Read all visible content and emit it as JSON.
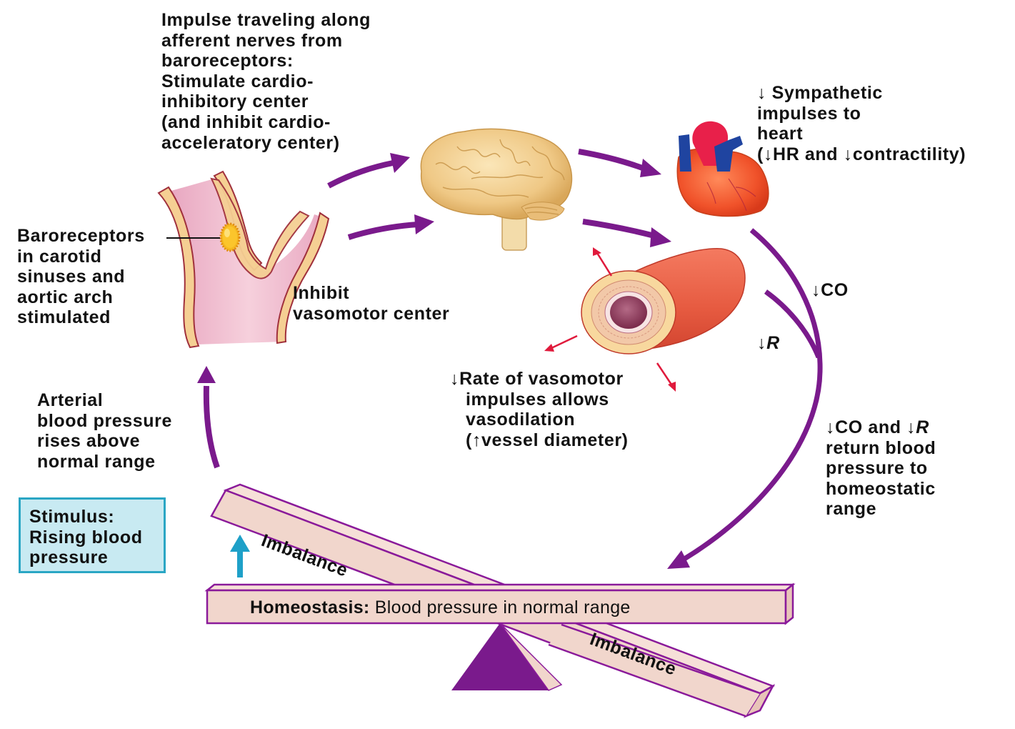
{
  "diagram": {
    "title": "Baroreceptor reflex: response to rising blood pressure",
    "colors": {
      "arrow_purple": "#7a1a8c",
      "stimulus_box_fill": "#c8eaf2",
      "stimulus_box_border": "#2aa6c4",
      "stimulus_arrow": "#1ea0c8",
      "seesaw_fill": "#f1d6cc",
      "seesaw_edge": "#8a1a9a",
      "fulcrum": "#7a1a8c",
      "dilation_arrows": "#e01a3c"
    },
    "afferent_label": {
      "bold_lines": [
        "Impulse traveling along",
        "afferent nerves from",
        "baroreceptors:"
      ],
      "lines": [
        "Stimulate cardio-",
        "inhibitory center",
        "(and inhibit cardio-",
        "acceleratory center)"
      ]
    },
    "baroreceptor_label": {
      "lines": [
        "Baroreceptors",
        "in carotid",
        "sinuses and",
        "aortic arch",
        "stimulated"
      ]
    },
    "vasomotor_label": {
      "lines": [
        "Inhibit",
        "vasomotor center"
      ]
    },
    "heart_label": {
      "line1_arrow": "↓",
      "line1_text": "Sympathetic",
      "line2": "impulses to",
      "line3": "heart",
      "line4_open": "(",
      "line4_arrow1": "↓",
      "line4_mid": "HR and ",
      "line4_arrow2": "↓",
      "line4_end": "contractility)"
    },
    "co_label": {
      "arrow": "↓",
      "text": "CO"
    },
    "r_label": {
      "arrow": "↓",
      "text": "R"
    },
    "vasodilation_label": {
      "arrow": "↓",
      "line1": "Rate of vasomotor",
      "line2": "impulses allows",
      "line3": "vasodilation",
      "line4_open": "(",
      "line4_arrow": "↑",
      "line4_text": "vessel diameter)"
    },
    "return_label": {
      "arrow1": "↓",
      "text1": "CO and ",
      "arrow2": "↓",
      "text2": "R",
      "lines": [
        "return blood",
        "pressure to",
        "homeostatic",
        "range"
      ]
    },
    "arterial_label": {
      "lines": [
        "Arterial",
        "blood pressure",
        "rises above",
        "normal range"
      ]
    },
    "stimulus_box": {
      "lines": [
        "Stimulus:",
        "Rising blood",
        "pressure"
      ]
    },
    "homeostasis_bar": {
      "bold": "Homeostasis:",
      "text": " Blood pressure in normal range"
    },
    "imbalance_upper": "Imbalance",
    "imbalance_lower": "Imbalance"
  }
}
